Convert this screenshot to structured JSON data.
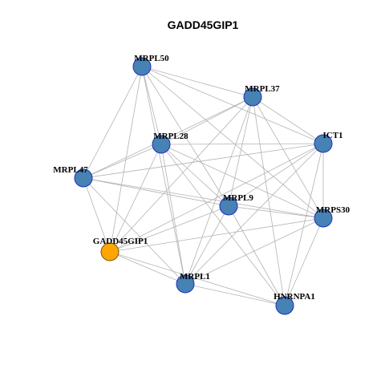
{
  "title": "GADD45GIP1",
  "colors": {
    "edge": "#b3b3b3",
    "node_default": "#4682b4",
    "node_border": "#1f2fbf",
    "node_highlight": "#ffa500",
    "node_highlight_border": "#7a5a10"
  },
  "nodes": [
    {
      "id": "MRPL50",
      "label": "MRPL50",
      "highlight": false
    },
    {
      "id": "MRPL37",
      "label": "MRPL37",
      "highlight": false
    },
    {
      "id": "ICT1",
      "label": "ICT1",
      "highlight": false
    },
    {
      "id": "MRPL28",
      "label": "MRPL28",
      "highlight": false
    },
    {
      "id": "MRPL47",
      "label": "MRPL47",
      "highlight": false
    },
    {
      "id": "MRPL9",
      "label": "MRPL9",
      "highlight": false
    },
    {
      "id": "MRPS30",
      "label": "MRPS30",
      "highlight": false
    },
    {
      "id": "GADD45GIP1",
      "label": "GADD45GIP1",
      "highlight": true
    },
    {
      "id": "MRPL1",
      "label": "MRPL1",
      "highlight": false
    },
    {
      "id": "HNRNPA1",
      "label": "HNRNPA1",
      "highlight": false
    }
  ],
  "edges": [
    [
      "MRPL50",
      "MRPL37"
    ],
    [
      "MRPL50",
      "ICT1"
    ],
    [
      "MRPL50",
      "MRPL28"
    ],
    [
      "MRPL50",
      "MRPL47"
    ],
    [
      "MRPL50",
      "MRPL9"
    ],
    [
      "MRPL50",
      "MRPS30"
    ],
    [
      "MRPL50",
      "GADD45GIP1"
    ],
    [
      "MRPL50",
      "MRPL1"
    ],
    [
      "MRPL37",
      "ICT1"
    ],
    [
      "MRPL37",
      "MRPL28"
    ],
    [
      "MRPL37",
      "MRPL47"
    ],
    [
      "MRPL37",
      "MRPL9"
    ],
    [
      "MRPL37",
      "MRPS30"
    ],
    [
      "MRPL37",
      "GADD45GIP1"
    ],
    [
      "MRPL37",
      "MRPL1"
    ],
    [
      "MRPL37",
      "HNRNPA1"
    ],
    [
      "ICT1",
      "MRPL28"
    ],
    [
      "ICT1",
      "MRPL47"
    ],
    [
      "ICT1",
      "MRPL9"
    ],
    [
      "ICT1",
      "MRPS30"
    ],
    [
      "ICT1",
      "GADD45GIP1"
    ],
    [
      "ICT1",
      "MRPL1"
    ],
    [
      "ICT1",
      "HNRNPA1"
    ],
    [
      "MRPL28",
      "MRPL47"
    ],
    [
      "MRPL28",
      "MRPL9"
    ],
    [
      "MRPL28",
      "MRPS30"
    ],
    [
      "MRPL28",
      "GADD45GIP1"
    ],
    [
      "MRPL28",
      "MRPL1"
    ],
    [
      "MRPL28",
      "HNRNPA1"
    ],
    [
      "MRPL47",
      "MRPL9"
    ],
    [
      "MRPL47",
      "MRPS30"
    ],
    [
      "MRPL47",
      "GADD45GIP1"
    ],
    [
      "MRPL47",
      "MRPL1"
    ],
    [
      "MRPL9",
      "MRPS30"
    ],
    [
      "MRPL9",
      "GADD45GIP1"
    ],
    [
      "MRPL9",
      "MRPL1"
    ],
    [
      "MRPL9",
      "HNRNPA1"
    ],
    [
      "MRPS30",
      "GADD45GIP1"
    ],
    [
      "MRPS30",
      "MRPL1"
    ],
    [
      "MRPS30",
      "HNRNPA1"
    ],
    [
      "GADD45GIP1",
      "MRPL1"
    ],
    [
      "GADD45GIP1",
      "HNRNPA1"
    ],
    [
      "MRPL1",
      "HNRNPA1"
    ]
  ]
}
